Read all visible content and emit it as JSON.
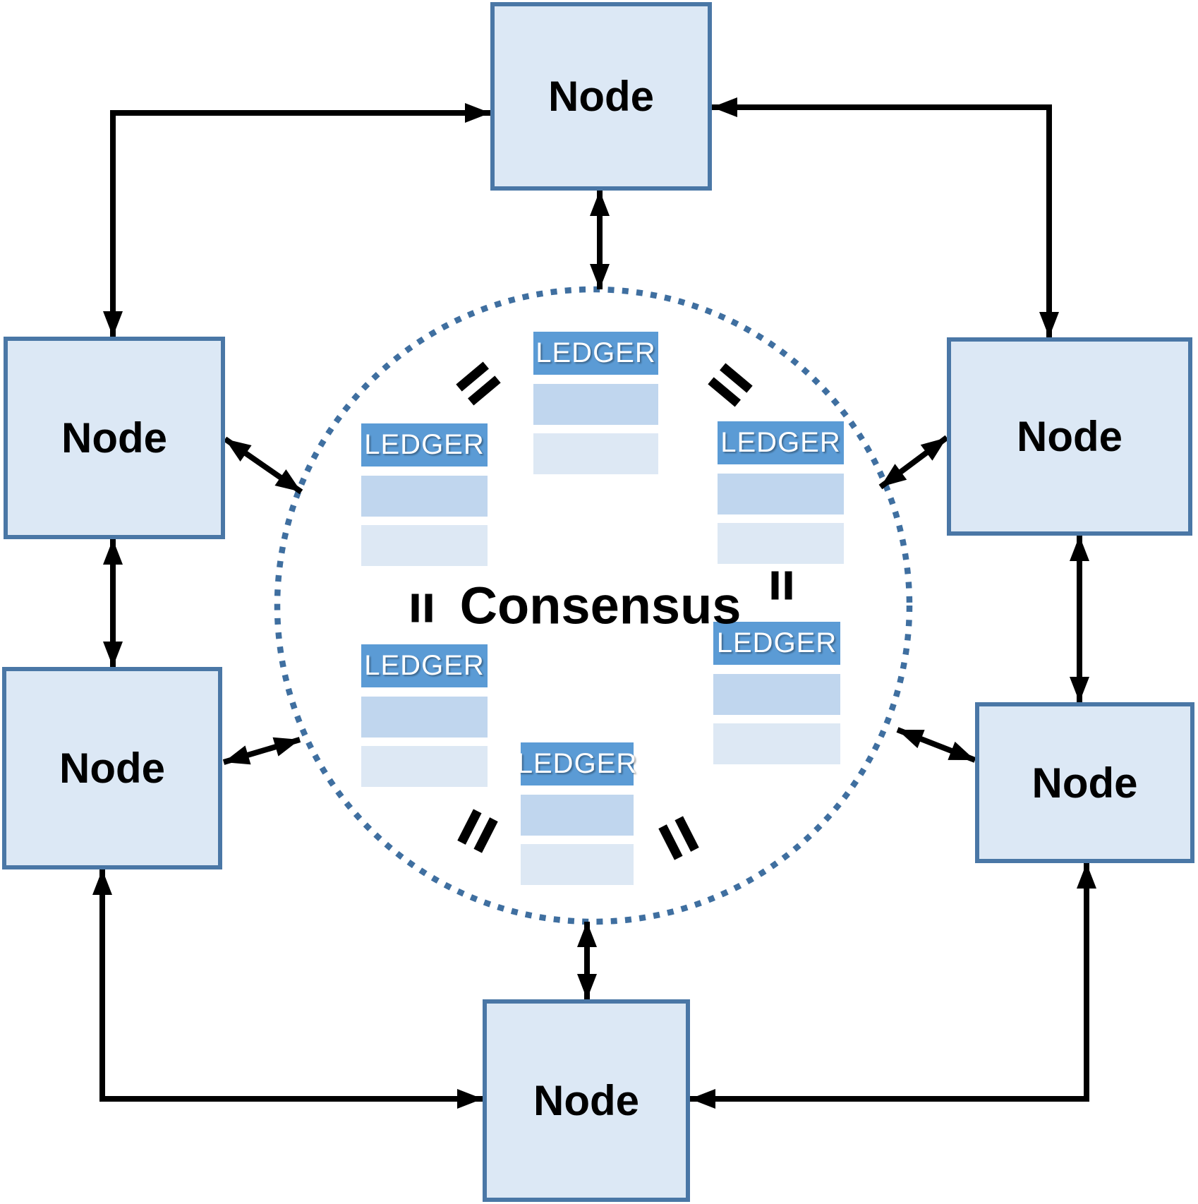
{
  "diagram": {
    "consensus": {
      "label": "Consensus"
    },
    "nodes": [
      {
        "id": "top",
        "label": "Node"
      },
      {
        "id": "left-upper",
        "label": "Node"
      },
      {
        "id": "right-upper",
        "label": "Node"
      },
      {
        "id": "left-lower",
        "label": "Node"
      },
      {
        "id": "right-lower",
        "label": "Node"
      },
      {
        "id": "bottom",
        "label": "Node"
      }
    ],
    "ledgers": [
      {
        "id": "top",
        "label": "LEDGER"
      },
      {
        "id": "upper-left",
        "label": "LEDGER"
      },
      {
        "id": "upper-right",
        "label": "LEDGER"
      },
      {
        "id": "lower-left",
        "label": "LEDGER"
      },
      {
        "id": "lower-right",
        "label": "LEDGER"
      },
      {
        "id": "bottom",
        "label": "LEDGER"
      }
    ],
    "equality_symbols": [
      {
        "id": "top-left",
        "glyph": "="
      },
      {
        "id": "top-right",
        "glyph": "="
      },
      {
        "id": "mid-left",
        "glyph": "="
      },
      {
        "id": "mid-right",
        "glyph": "="
      },
      {
        "id": "bottom-left",
        "glyph": "="
      },
      {
        "id": "bottom-right",
        "glyph": "="
      }
    ],
    "colors": {
      "node_fill": "#dce8f5",
      "node_border": "#4a77a6",
      "ledger_header": "#5b9bd5",
      "ledger_row_medium": "#c0d6ee",
      "ledger_row_light": "#dde8f4",
      "circle_border": "#3f6fa0",
      "arrow": "#000000"
    }
  }
}
